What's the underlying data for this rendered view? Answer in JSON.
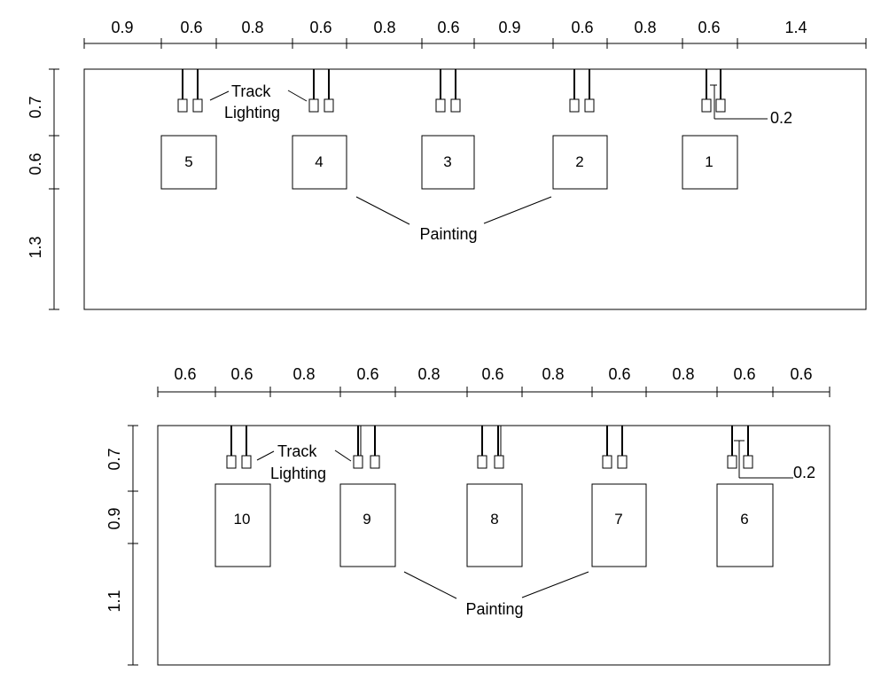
{
  "wall1": {
    "horizontal_dims": [
      "0.9",
      "0.6",
      "0.8",
      "0.6",
      "0.8",
      "0.6",
      "0.9",
      "0.6",
      "0.8",
      "0.6",
      "1.4"
    ],
    "vertical_dims": [
      "0.7",
      "0.6",
      "1.3"
    ],
    "paintings": [
      "5",
      "4",
      "3",
      "2",
      "1"
    ],
    "track_label_1": "Track",
    "track_label_2": "Lighting",
    "painting_label": "Painting",
    "spacing_label": "0.2"
  },
  "wall2": {
    "horizontal_dims": [
      "0.6",
      "0.6",
      "0.8",
      "0.6",
      "0.8",
      "0.6",
      "0.8",
      "0.6",
      "0.8",
      "0.6",
      "0.6"
    ],
    "vertical_dims": [
      "0.7",
      "0.9",
      "1.1"
    ],
    "paintings": [
      "10",
      "9",
      "8",
      "7",
      "6"
    ],
    "track_label_1": "Track",
    "track_label_2": "Lighting",
    "painting_label": "Painting",
    "spacing_label": "0.2"
  }
}
